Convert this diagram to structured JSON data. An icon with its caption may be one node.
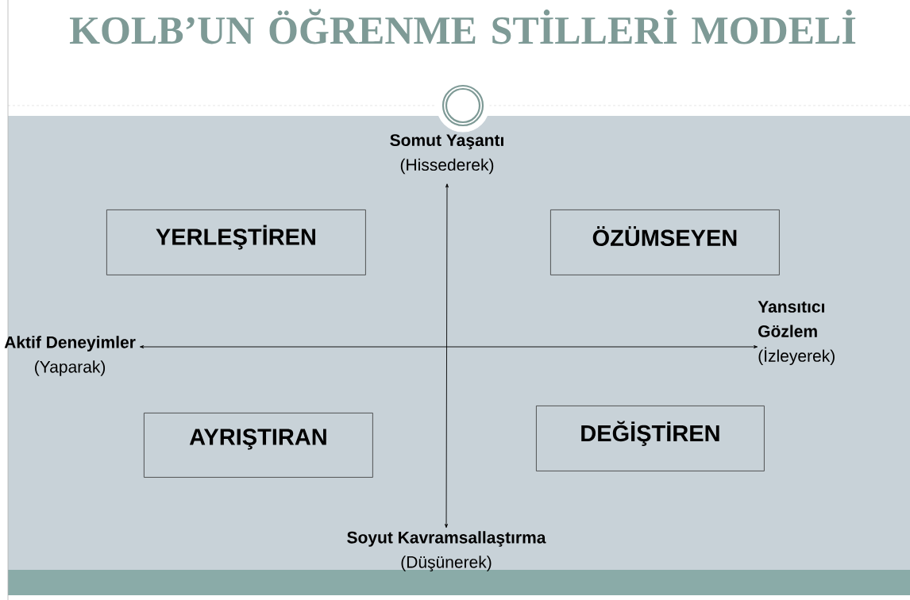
{
  "diagram": {
    "title": "KOLB’UN ÖĞRENME STİLLERİ MODELİ",
    "nodes": [
      {
        "text": [
          "Somut Yaşantı",
          "(Hissederek)"
        ]
      },
      {
        "text": [
          "YERLEŞTİREN"
        ]
      },
      {
        "text": [
          "ÖZÜMSEYEN"
        ]
      },
      {
        "text": [
          "Aktif Deneyimler",
          "(Yaparak)"
        ]
      },
      {
        "text": [
          "Yansıtıcı Gözlem",
          "(İzleyerek)"
        ]
      },
      {
        "text": [
          "AYRIŞTIRAN"
        ]
      },
      {
        "text": [
          "DEĞİŞTİREN"
        ]
      },
      {
        "text": [
          "Soyut Kavramsallaştırma",
          "(Düşünerek)"
        ]
      }
    ],
    "edges": [
      {
        "from": 7,
        "to": 0,
        "arrow": "both"
      },
      {
        "from": 3,
        "to": 4,
        "arrow": "both"
      }
    ]
  }
}
